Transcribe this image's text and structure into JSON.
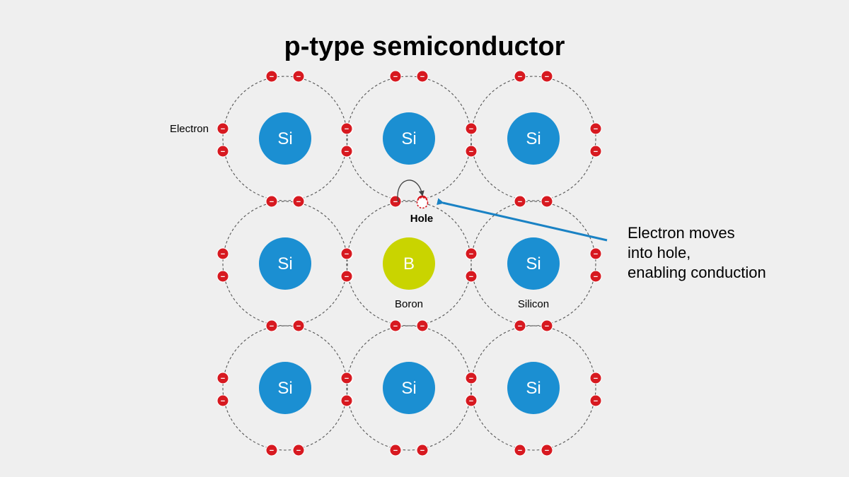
{
  "title": "p-type semiconductor",
  "colors": {
    "background": "#efefef",
    "silicon": "#1b8fd2",
    "boron": "#c9d400",
    "electron": "#d71920",
    "arrow": "#1a82c4",
    "orbit": "#555555"
  },
  "atoms": [
    {
      "symbol": "Si",
      "kind": "silicon"
    },
    {
      "symbol": "Si",
      "kind": "silicon"
    },
    {
      "symbol": "Si",
      "kind": "silicon"
    },
    {
      "symbol": "Si",
      "kind": "silicon"
    },
    {
      "symbol": "B",
      "kind": "boron"
    },
    {
      "symbol": "Si",
      "kind": "silicon"
    },
    {
      "symbol": "Si",
      "kind": "silicon"
    },
    {
      "symbol": "Si",
      "kind": "silicon"
    },
    {
      "symbol": "Si",
      "kind": "silicon"
    }
  ],
  "electron_symbol": "−",
  "labels": {
    "electron": "Electron",
    "hole": "Hole",
    "boron": "Boron",
    "silicon": "Silicon"
  },
  "callout_lines": [
    "Electron moves",
    "into hole,",
    "enabling conduction"
  ]
}
